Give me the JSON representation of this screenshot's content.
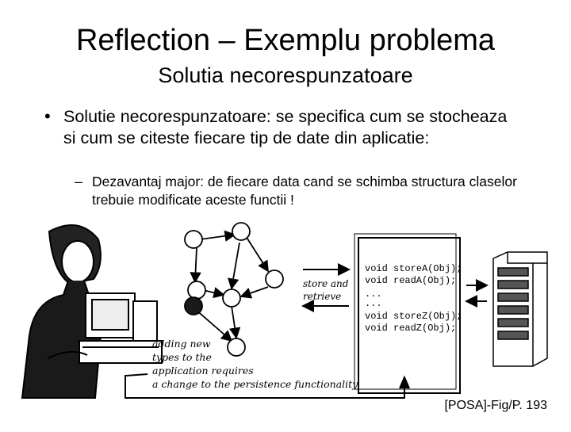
{
  "title": "Reflection – Exemplu problema",
  "subtitle": "Solutia necorespunzatoare",
  "bullet": {
    "symbol": "•",
    "text": "Solutie necorespunzatoare: se specifica cum se stocheaza si cum se citeste fiecare tip de date din aplicatie:"
  },
  "sub_bullet": {
    "symbol": "–",
    "text": "Dezavantaj major:  de fiecare data  cand se schimba structura claselor trebuie modificate aceste functii !"
  },
  "figure": {
    "arrow_label_line1": "store and",
    "arrow_label_line2": "retrieve",
    "code_lines": [
      "void storeA(Obj);",
      "void readA(Obj);",
      "...",
      "...",
      "void storeZ(Obj);",
      "void readZ(Obj);"
    ],
    "note_line1": "adding new",
    "note_line2": "types to the",
    "note_line3": "application requires",
    "note_line4": "a change to the persistence functionality"
  },
  "caption": "[POSA]-Fig/P. 193"
}
